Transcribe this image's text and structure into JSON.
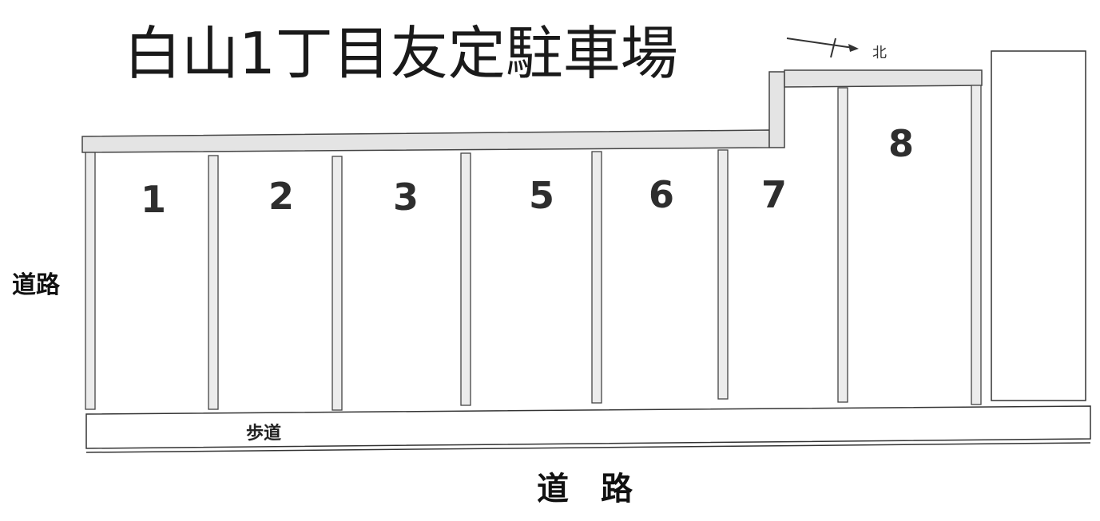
{
  "title": "白山1丁目友定駐車場",
  "north_label": "北",
  "road_left_label": "道路",
  "road_bottom_label": "道　路",
  "sidewalk_label": "歩道",
  "spaces": [
    {
      "number": "1"
    },
    {
      "number": "2"
    },
    {
      "number": "3"
    },
    {
      "number": "5"
    },
    {
      "number": "6"
    },
    {
      "number": "7"
    },
    {
      "number": "8"
    }
  ]
}
